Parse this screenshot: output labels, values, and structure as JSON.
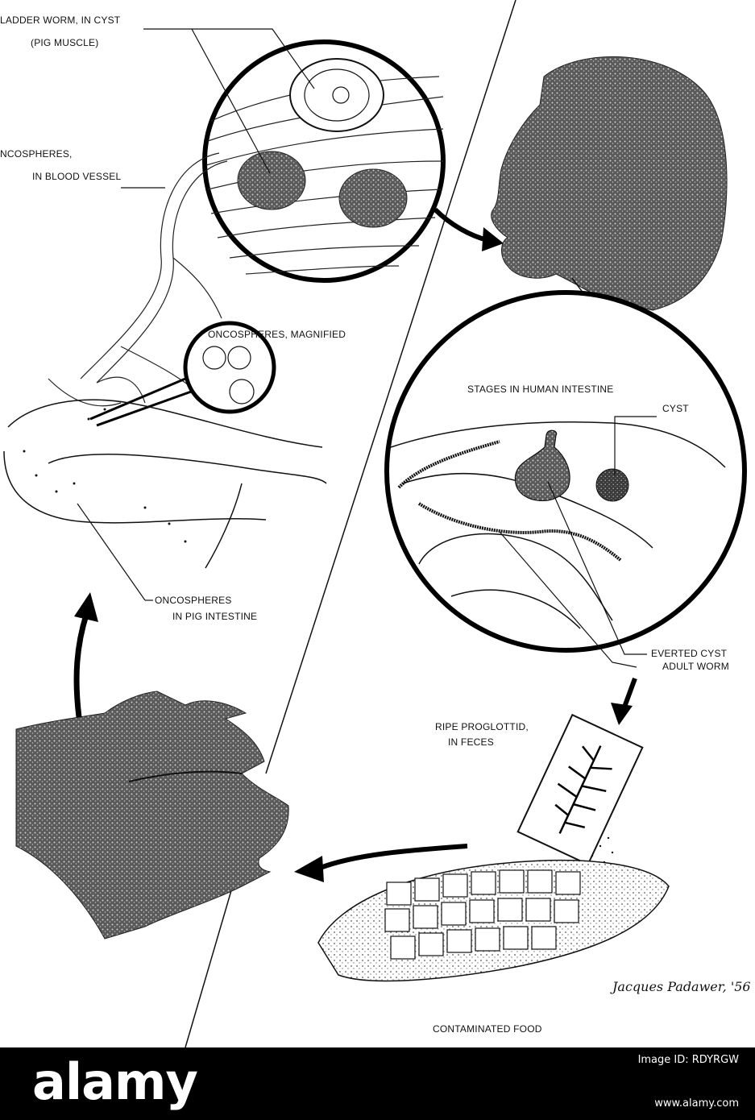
{
  "diagram": {
    "labels": {
      "bladder_worm_line1": "LADDER WORM, IN CYST",
      "bladder_worm_line2": "(PIG MUSCLE)",
      "oncospheres_vessel_line1": "NCOSPHERES,",
      "oncospheres_vessel_line2": "IN  BLOOD VESSEL",
      "oncospheres_magnified": "ONCOSPHERES, MAGNIFIED",
      "stages_human_intestine": "STAGES IN HUMAN INTESTINE",
      "cyst": "CYST",
      "oncospheres_pig_line1": "ONCOSPHERES",
      "oncospheres_pig_line2": "IN PIG INTESTINE",
      "everted_cyst": "EVERTED CYST",
      "adult_worm": "ADULT WORM",
      "ripe_proglottid_line1": "RIPE PROGLOTTID,",
      "ripe_proglottid_line2": "IN FECES",
      "contaminated_food": "CONTAMINATED FOOD",
      "signature": "Jacques Padawer, '56"
    }
  },
  "watermark": {
    "brand": "alamy",
    "image_id": "Image ID: RDYRGW",
    "url": "www.alamy.com"
  }
}
